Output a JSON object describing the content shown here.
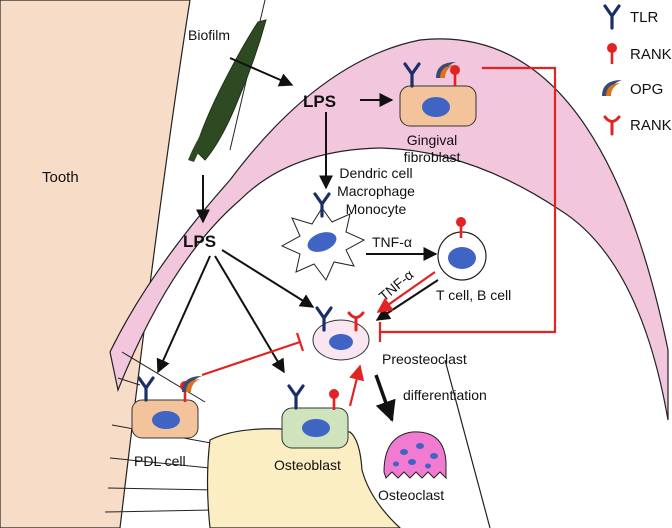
{
  "labels": {
    "tooth": "Tooth",
    "biofilm": "Biofilm",
    "lps_top": "LPS",
    "lps_left": "LPS",
    "gingival_fibroblast_1": "Gingival",
    "gingival_fibroblast_2": "fibroblast",
    "dendritic_1": "Dendric cell",
    "dendritic_2": "Macrophage",
    "dendritic_3": "Monocyte",
    "tnf_horizontal": "TNF-α",
    "tnf_diagonal": "TNF-α",
    "t_b_cell": "T cell, B cell",
    "preosteoclast": "Preosteoclast",
    "differentiation": "differentiation",
    "pdl_cell": "PDL cell",
    "osteoblast": "Osteoblast",
    "osteoclast": "Osteoclast"
  },
  "legend": [
    {
      "label": "TLR",
      "icon": "tlr-receptor-icon"
    },
    {
      "label": "RANKL",
      "icon": "rankl-ligand-icon"
    },
    {
      "label": "OPG",
      "icon": "opg-icon"
    },
    {
      "label": "RANK",
      "icon": "rank-receptor-icon"
    }
  ],
  "colors": {
    "gingiva": "#f2c6dd",
    "tooth": "#f7ddc7",
    "bone": "#fbeec2",
    "biofilm": "#2e4a22",
    "tlr": "#1a2f66",
    "rankl": "#e32222",
    "inhibit": "#e32222",
    "nucleus": "#3f64c4",
    "fibroblast": "#f3c39b",
    "osteoblast": "#cfe3bd",
    "preosteoclast": "#f9e6f1",
    "osteoclast": "#f07bd0",
    "opg_outer": "#3b4a73",
    "opg_inner": "#d9731f"
  }
}
